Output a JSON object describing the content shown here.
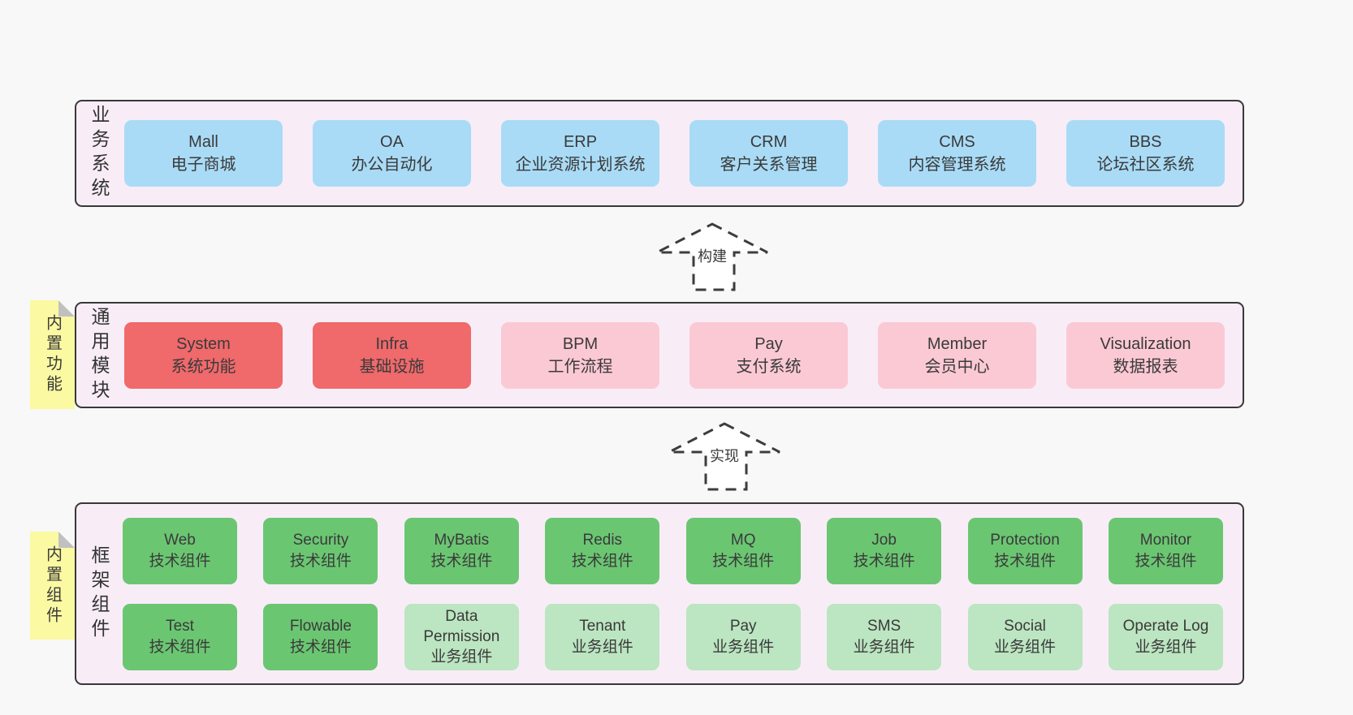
{
  "colors": {
    "page_bg": "#f8f8f8",
    "band_bg": "#f8edf7",
    "band_border": "#383838",
    "blue": "#a9dbf6",
    "red": "#f0696b",
    "pink": "#fbc9d4",
    "green": "#6bc672",
    "green_light": "#bce5c1",
    "yellow": "#fbf9a2",
    "fold_gray": "#c0c0c0",
    "text": "#3b3b3b"
  },
  "bands": [
    {
      "label": "业务系统",
      "boxes": [
        {
          "title": "Mall",
          "subtitle": "电子商城",
          "color": "blue"
        },
        {
          "title": "OA",
          "subtitle": "办公自动化",
          "color": "blue"
        },
        {
          "title": "ERP",
          "subtitle": "企业资源计划系统",
          "color": "blue"
        },
        {
          "title": "CRM",
          "subtitle": "客户关系管理",
          "color": "blue"
        },
        {
          "title": "CMS",
          "subtitle": "内容管理系统",
          "color": "blue"
        },
        {
          "title": "BBS",
          "subtitle": "论坛社区系统",
          "color": "blue"
        }
      ]
    },
    {
      "label": "通用模块",
      "sticky": "内置功能",
      "boxes": [
        {
          "title": "System",
          "subtitle": "系统功能",
          "color": "red"
        },
        {
          "title": "Infra",
          "subtitle": "基础设施",
          "color": "red"
        },
        {
          "title": "BPM",
          "subtitle": "工作流程",
          "color": "pink"
        },
        {
          "title": "Pay",
          "subtitle": "支付系统",
          "color": "pink"
        },
        {
          "title": "Member",
          "subtitle": "会员中心",
          "color": "pink"
        },
        {
          "title": "Visualization",
          "subtitle": "数据报表",
          "color": "pink"
        }
      ]
    },
    {
      "label": "框架组件",
      "sticky": "内置组件",
      "rows": [
        [
          {
            "title": "Web",
            "subtitle": "技术组件",
            "color": "green"
          },
          {
            "title": "Security",
            "subtitle": "技术组件",
            "color": "green"
          },
          {
            "title": "MyBatis",
            "subtitle": "技术组件",
            "color": "green"
          },
          {
            "title": "Redis",
            "subtitle": "技术组件",
            "color": "green"
          },
          {
            "title": "MQ",
            "subtitle": "技术组件",
            "color": "green"
          },
          {
            "title": "Job",
            "subtitle": "技术组件",
            "color": "green"
          },
          {
            "title": "Protection",
            "subtitle": "技术组件",
            "color": "green"
          },
          {
            "title": "Monitor",
            "subtitle": "技术组件",
            "color": "green"
          }
        ],
        [
          {
            "title": "Test",
            "subtitle": "技术组件",
            "color": "green"
          },
          {
            "title": "Flowable",
            "subtitle": "技术组件",
            "color": "green"
          },
          {
            "title": "Data Permission",
            "subtitle": "业务组件",
            "color": "green_light"
          },
          {
            "title": "Tenant",
            "subtitle": "业务组件",
            "color": "green_light"
          },
          {
            "title": "Pay",
            "subtitle": "业务组件",
            "color": "green_light"
          },
          {
            "title": "SMS",
            "subtitle": "业务组件",
            "color": "green_light"
          },
          {
            "title": "Social",
            "subtitle": "业务组件",
            "color": "green_light"
          },
          {
            "title": "Operate Log",
            "subtitle": "业务组件",
            "color": "green_light"
          }
        ]
      ]
    }
  ],
  "arrows": [
    {
      "label": "构建"
    },
    {
      "label": "实现"
    }
  ]
}
